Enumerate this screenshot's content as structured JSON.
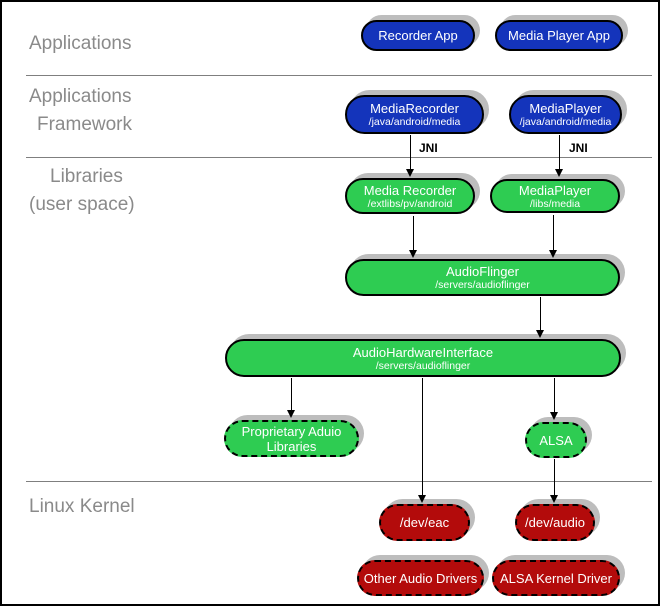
{
  "layers": {
    "applications": {
      "lines": [
        "Applications"
      ]
    },
    "framework": {
      "lines": [
        "Applications",
        "Framework"
      ]
    },
    "libraries": {
      "lines": [
        "Libraries",
        "(user space)"
      ]
    },
    "kernel": {
      "lines": [
        "Linux Kernel"
      ]
    }
  },
  "nodes": {
    "recorder_app": {
      "title": "Recorder App"
    },
    "media_player_app": {
      "title": "Media Player App"
    },
    "media_recorder_fw": {
      "title": "MediaRecorder",
      "subtitle": "/java/android/media"
    },
    "media_player_fw": {
      "title": "MediaPlayer",
      "subtitle": "/java/android/media"
    },
    "media_recorder_lib": {
      "title": "Media Recorder",
      "subtitle": "/extlibs/pv/android"
    },
    "media_player_lib": {
      "title": "MediaPlayer",
      "subtitle": "/libs/media"
    },
    "audioflinger": {
      "title": "AudioFlinger",
      "subtitle": "/servers/audioflinger"
    },
    "audio_hardware_interface": {
      "title": "AudioHardwareInterface",
      "subtitle": "/servers/audioflinger"
    },
    "proprietary_audio_libs": {
      "title": "Proprietary Aduio",
      "title2": "Libraries"
    },
    "alsa": {
      "title": "ALSA"
    },
    "dev_eac": {
      "title": "/dev/eac"
    },
    "dev_audio": {
      "title": "/dev/audio"
    },
    "other_audio_drivers": {
      "title": "Other Audio Drivers"
    },
    "alsa_kernel_driver": {
      "title": "ALSA Kernel Driver"
    }
  },
  "edge_labels": {
    "jni_1": "JNI",
    "jni_2": "JNI"
  },
  "colors": {
    "app_blue": "#1434bb",
    "lib_green": "#2ecc52",
    "kernel_red": "#b30b0b",
    "shadow_gray": "#bdbdbd",
    "layer_label_gray": "#8a8a8a",
    "divider_gray": "#7f7f7f"
  }
}
